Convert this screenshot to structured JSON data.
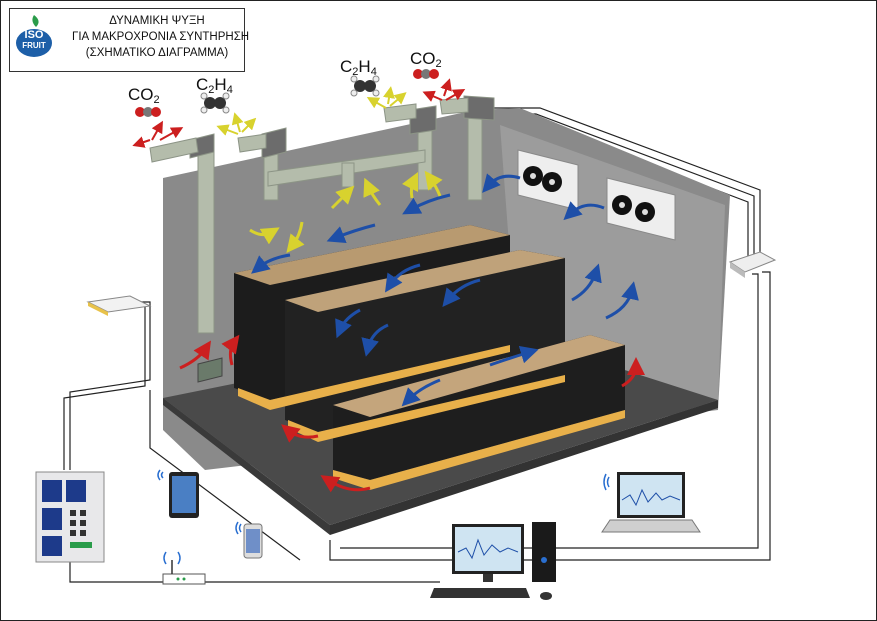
{
  "title": {
    "line1": "ΔΥΝΑΜΙΚΗ ΨΥΞΗ",
    "line2": "ΓΙΑ ΜΑΚΡΟΧΡΟΝΙΑ ΣΥΝΤΗΡΗΣΗ",
    "line3": "(ΣΧΗΜΑΤΙΚΟ ΔΙΑΓΡΑΜΜΑ)"
  },
  "logo": {
    "top": "ISO",
    "bottom": "FRUIT",
    "tagline": ""
  },
  "gas_labels": [
    {
      "base": "CO",
      "sub": "2"
    },
    {
      "base": "C",
      "sub": "2",
      "tail": "H",
      "sub2": "4"
    },
    {
      "base": "C",
      "sub": "2",
      "tail": "H",
      "sub2": "4"
    },
    {
      "base": "CO",
      "sub": "2"
    }
  ],
  "colors": {
    "warm_air": "#d8d22e",
    "cold_air": "#1e4fa8",
    "hot_air": "#cc1f1f",
    "pipe": "#b4bcab",
    "room_wall": "#7a7a7a",
    "room_floor": "#4a4a4a",
    "crate": "#1c1c1c",
    "pallet": "#e8b04a"
  },
  "icons": [
    "co2-molecule-icon",
    "ethylene-molecule-icon",
    "evaporator-fan-icon",
    "network-hub-icon",
    "control-panel-icon",
    "tablet-icon",
    "smartphone-icon",
    "wifi-router-icon",
    "laptop-icon",
    "desktop-computer-icon",
    "wifi-signal-icon"
  ]
}
